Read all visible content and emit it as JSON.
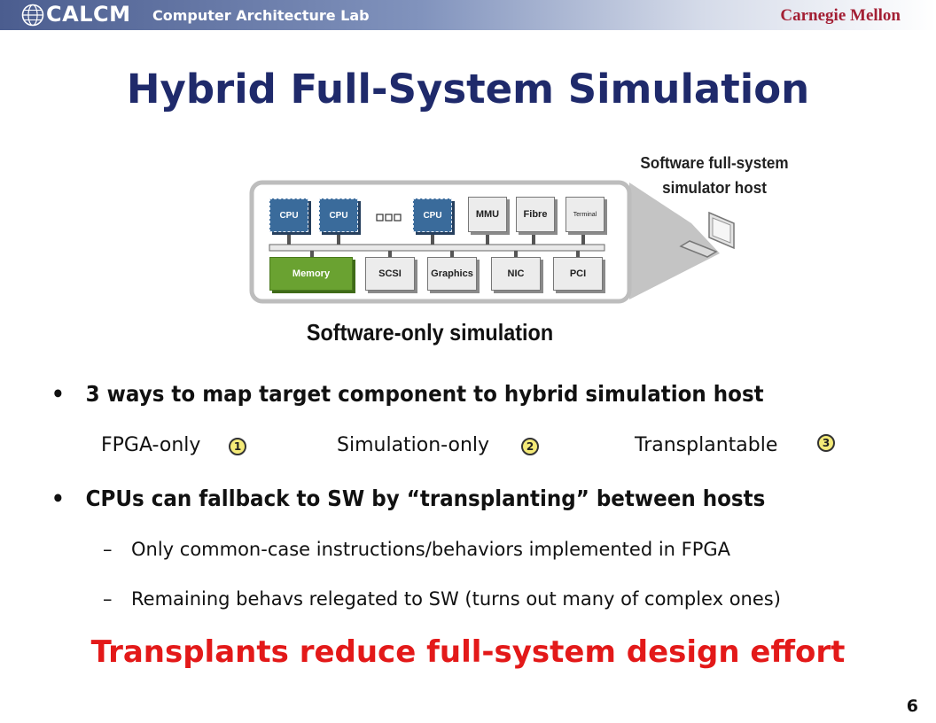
{
  "header": {
    "logo_text": "CALCM",
    "lab_name": "Computer Architecture Lab",
    "university": "Carnegie Mellon"
  },
  "slide": {
    "title": "Hybrid Full-System Simulation",
    "page_number": "6"
  },
  "diagram": {
    "host_label": [
      "Software full-system",
      "simulator host"
    ],
    "caption": "Software-only simulation",
    "top_row": [
      "CPU",
      "CPU",
      "CPU",
      "MMU",
      "Fibre",
      "Terminal"
    ],
    "bottom_row": [
      "Memory",
      "SCSI",
      "Graphics",
      "NIC",
      "PCI"
    ],
    "colors": {
      "cpu": "#3a6b9b",
      "memory": "#6aa231",
      "title": "#1f2a6b",
      "emphasis": "#e31919"
    }
  },
  "bullets": [
    {
      "marker": "•",
      "text": "3 ways to map target component to hybrid simulation host"
    },
    {
      "marker": "•",
      "text": "CPUs can fallback to SW by “transplanting” between hosts"
    }
  ],
  "modes": [
    {
      "label": "FPGA-only",
      "badge": "1"
    },
    {
      "label": "Simulation-only",
      "badge": "2"
    },
    {
      "label": "Transplantable",
      "badge": "3"
    }
  ],
  "sub_bullets": [
    {
      "marker": "–",
      "text": "Only common-case instructions/behaviors implemented in FPGA"
    },
    {
      "marker": "–",
      "text": "Remaining behavs relegated to SW (turns out many of complex ones)"
    }
  ],
  "conclusion": "Transplants reduce full-system design effort"
}
